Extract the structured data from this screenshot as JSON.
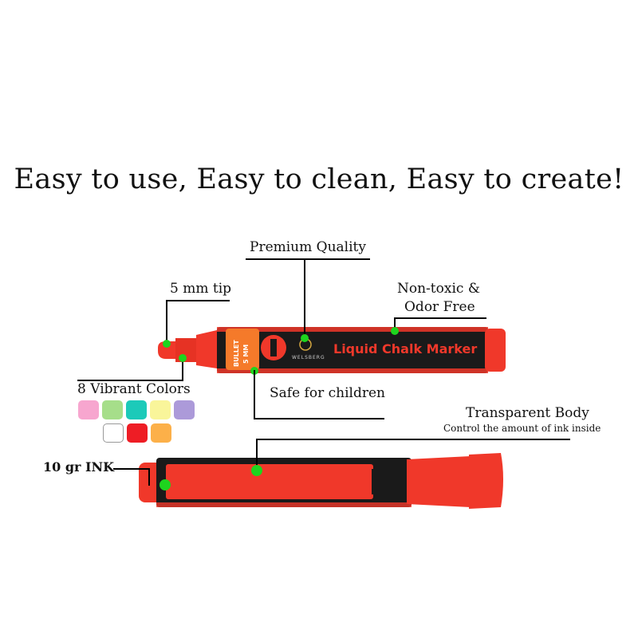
{
  "headline": "Easy to use, Easy to clean, Easy to create!",
  "labels": {
    "premium_quality": "Premium Quality",
    "tip": "5 mm tip",
    "non_toxic_line1": "Non-toxic &",
    "non_toxic_line2": "Odor Free",
    "vibrant_colors": "8 Vibrant Colors",
    "safe_for_children": "Safe for children",
    "transparent_body": "Transparent Body",
    "control_ink": "Control the amount of ink inside",
    "ink_amount": "10 gr INK"
  },
  "marker": {
    "brand_label": "Liquid Chalk Marker",
    "tip_badge_line1": "BULLET",
    "tip_badge_line2": "5 MM",
    "logo_text": "WELSBERG"
  },
  "swatches": [
    "#f7a6cf",
    "#a6de8a",
    "#1ccab9",
    "#f9f59a",
    "#ac9ad9",
    "#ffffff",
    "#ee1d25",
    "#fcb049"
  ],
  "colors": {
    "marker_red": "#f0382a",
    "marker_body": "#1a1a1a",
    "callout_dot": "#1ed41e"
  }
}
